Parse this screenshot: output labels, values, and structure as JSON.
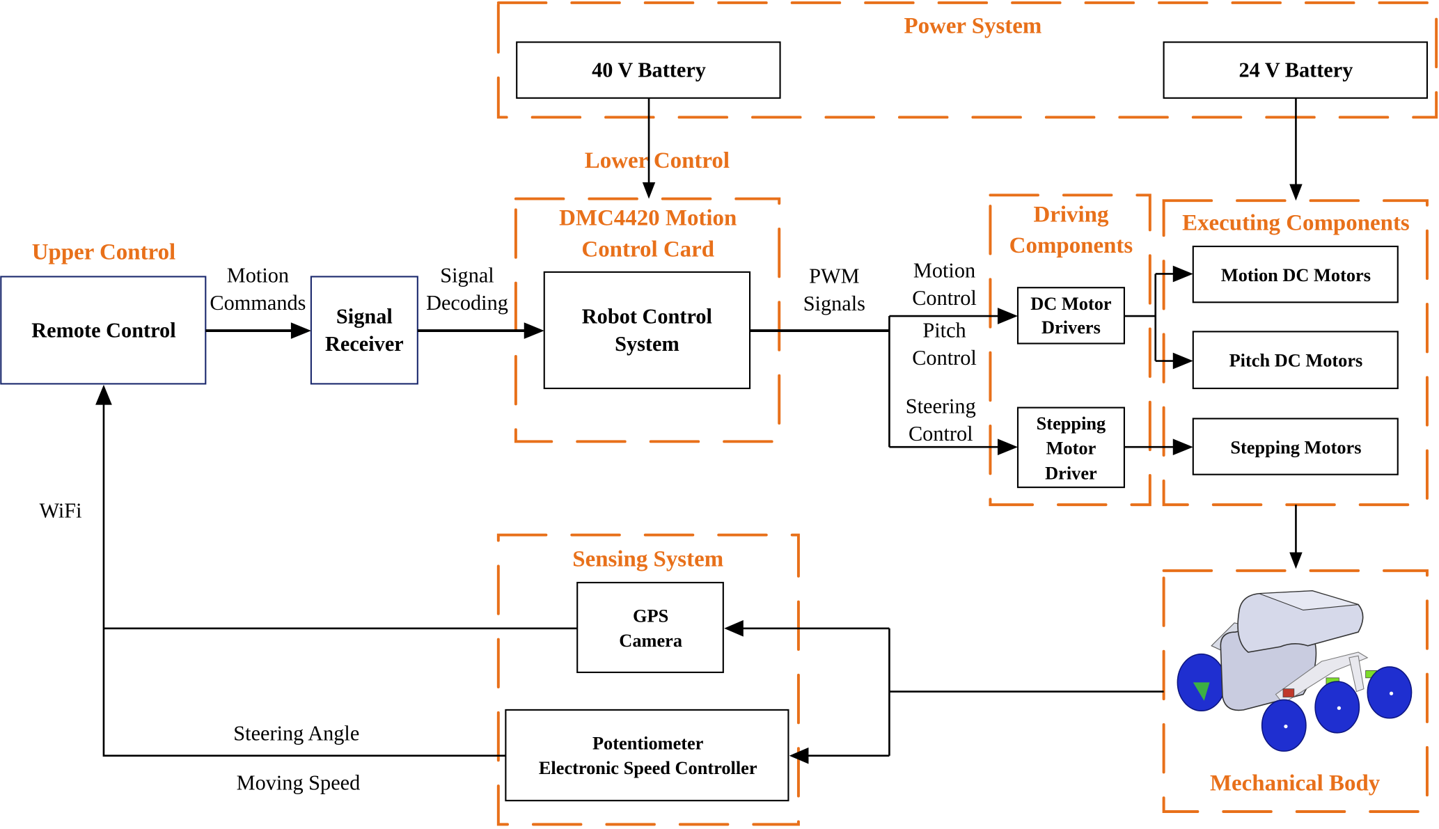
{
  "title": "Robot control system block diagram",
  "colors": {
    "group_accent": "#e8701a",
    "box_border": "#000000",
    "upper_box_border": "#1c2a6e",
    "wheel_blue": "#1f2fd0"
  },
  "groups": {
    "power": "Power System",
    "lower": "Lower Control",
    "motion_card": [
      "DMC4420 Motion",
      "Control Card"
    ],
    "upper": "Upper Control",
    "driving": [
      "Driving",
      "Components"
    ],
    "executing": "Executing Components",
    "sensing": "Sensing System",
    "mechanical": "Mechanical Body"
  },
  "boxes": {
    "battery40": "40 V Battery",
    "battery24": "24 V Battery",
    "remote": "Remote Control",
    "receiver": [
      "Signal",
      "Receiver"
    ],
    "robot_ctrl": [
      "Robot Control",
      "System"
    ],
    "dc_driver": [
      "DC Motor",
      "Drivers"
    ],
    "step_driver": [
      "Stepping",
      "Motor",
      "Driver"
    ],
    "motion_motors": "Motion DC Motors",
    "pitch_motors": "Pitch DC Motors",
    "step_motors": "Stepping Motors",
    "gps": [
      "GPS",
      "Camera"
    ],
    "pot": [
      "Potentiometer",
      "Electronic Speed Controller"
    ]
  },
  "edge_labels": {
    "motion_commands": [
      "Motion",
      "Commands"
    ],
    "signal_decoding": [
      "Signal",
      "Decoding"
    ],
    "pwm": [
      "PWM",
      "Signals"
    ],
    "motion_control": [
      "Motion",
      "Control"
    ],
    "pitch_control": [
      "Pitch",
      "Control"
    ],
    "steering_control": [
      "Steering",
      "Control"
    ],
    "wifi": "WiFi",
    "steering_angle": "Steering Angle",
    "moving_speed": "Moving Speed"
  }
}
